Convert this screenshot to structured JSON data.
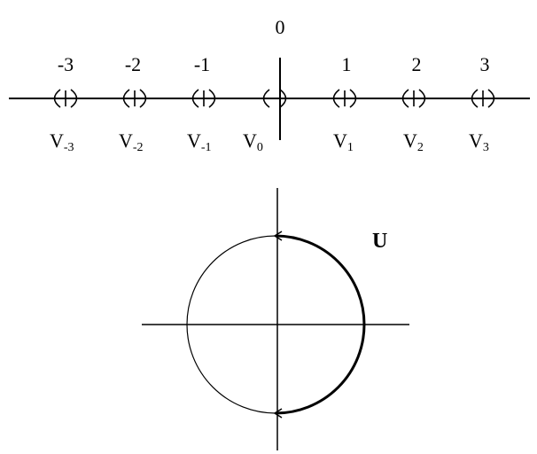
{
  "top_diagram": {
    "origin_label": "0",
    "index_labels": [
      "-3",
      "-2",
      "-1",
      "",
      "1",
      "2",
      "3"
    ],
    "vertex_labels": [
      {
        "base": "V",
        "sub": "-3"
      },
      {
        "base": "V",
        "sub": "-2"
      },
      {
        "base": "V",
        "sub": "-1"
      },
      {
        "base": "V",
        "sub": "0"
      },
      {
        "base": "V",
        "sub": "1"
      },
      {
        "base": "V",
        "sub": "2"
      },
      {
        "base": "V",
        "sub": "3"
      }
    ]
  },
  "bottom_diagram": {
    "circle_label": "U"
  },
  "colors": {
    "ink": "#000000",
    "background": "#ffffff"
  }
}
